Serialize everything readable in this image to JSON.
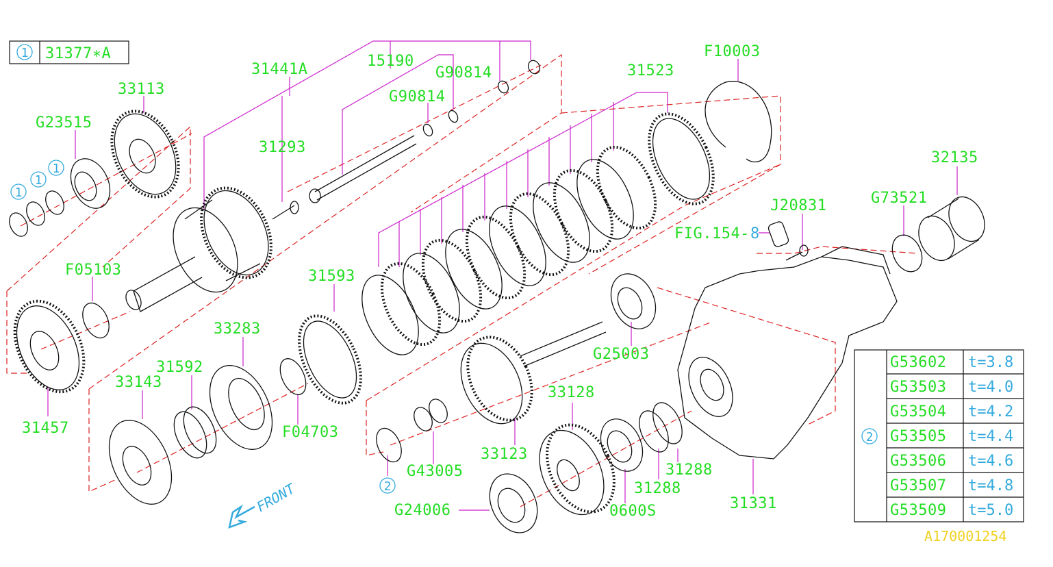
{
  "legend": {
    "ref_number": "1",
    "part_number": "31377∗A"
  },
  "part_labels": {
    "p31441A": "31441A",
    "p15190": "15190",
    "pG90814a": "G90814",
    "pG90814b": "G90814",
    "p33113": "33113",
    "pG23515": "G23515",
    "p31293": "31293",
    "p31523": "31523",
    "pF10003": "F10003",
    "p32135": "32135",
    "pG73521": "G73521",
    "pJ20831": "J20831",
    "p31593": "31593",
    "pF05103": "F05103",
    "p33283": "33283",
    "p31592": "31592",
    "p33143": "33143",
    "p31457": "31457",
    "pF04703": "F04703",
    "pG25003": "G25003",
    "p33128": "33128",
    "p33123": "33123",
    "pG43005": "G43005",
    "pG24006": "G24006",
    "p0600S": "0600S",
    "p31288a": "31288",
    "p31288b": "31288",
    "p31331": "31331"
  },
  "fig_ref": {
    "label": "FIG.154",
    "suffix": "8"
  },
  "callouts": {
    "ref1": "1",
    "ref2": "2"
  },
  "front_label": "FRONT",
  "shim_table": {
    "ref": "2",
    "rows": [
      {
        "part": "G53602",
        "thickness": "t=3.8"
      },
      {
        "part": "G53503",
        "thickness": "t=4.0"
      },
      {
        "part": "G53504",
        "thickness": "t=4.2"
      },
      {
        "part": "G53505",
        "thickness": "t=4.4"
      },
      {
        "part": "G53506",
        "thickness": "t=4.6"
      },
      {
        "part": "G53507",
        "thickness": "t=4.8"
      },
      {
        "part": "G53509",
        "thickness": "t=5.0"
      }
    ]
  },
  "diagram_id": "A170001254",
  "colors": {
    "label_green": "#22dd22",
    "ref_cyan": "#33aadd",
    "leader_magenta": "#cc22cc",
    "dashed_red": "#dd2222",
    "id_yellow": "#f0d020"
  }
}
